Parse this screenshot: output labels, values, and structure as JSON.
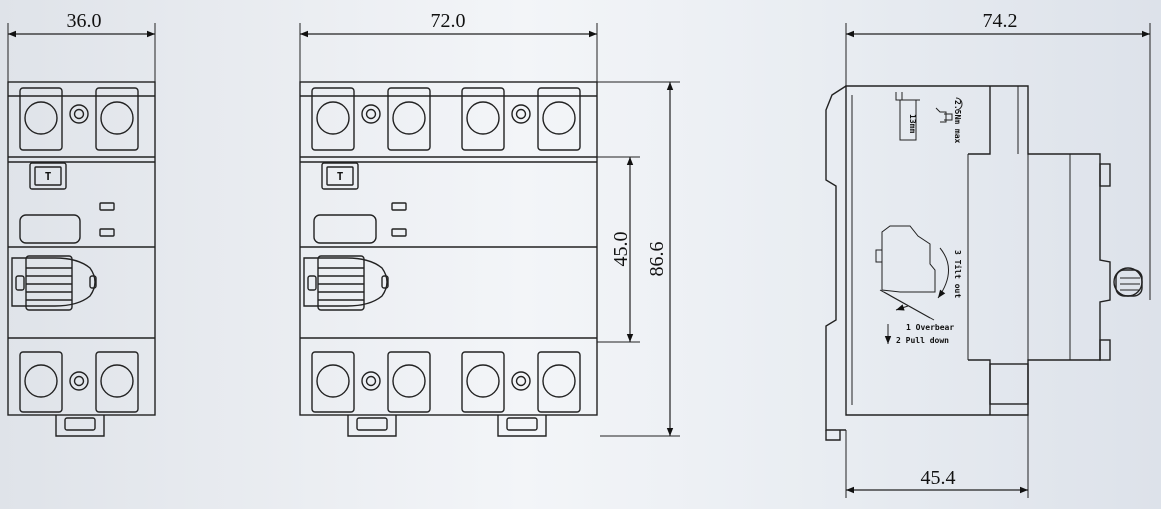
{
  "dimensions": {
    "width_2p": "36.0",
    "width_4p": "72.0",
    "depth_total": "74.2",
    "height_front": "45.0",
    "height_total": "86.6",
    "depth_rail": "45.4"
  },
  "side_labels": {
    "tighten": "2.5Nm max",
    "strip": "13mm",
    "step1": "1 Overbear",
    "step2": "2 Pull down",
    "step3": "3 Tilt out"
  },
  "test_button_symbol": "T"
}
